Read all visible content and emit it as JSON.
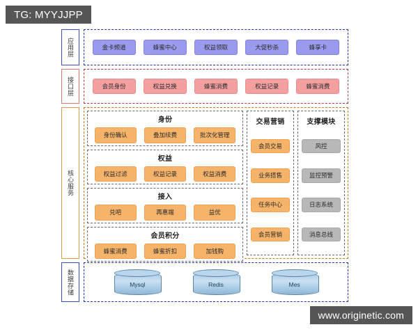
{
  "watermarks": {
    "top": "TG: MYYJJPP",
    "bottom": "www.originetic.com"
  },
  "colors": {
    "app_chip": "#9a9bef",
    "api_chip": "#f4a0a0",
    "core_chip": "#f6b46a",
    "support_chip": "#b8b8b8",
    "storage_cyl": "#a8cbe6"
  },
  "layers": {
    "app": {
      "label": "应用层",
      "items": [
        "金卡频道",
        "蜂蜜中心",
        "权益领取",
        "大促秒杀",
        "蜂享卡"
      ]
    },
    "api": {
      "label": "接口层",
      "items": [
        "会员身份",
        "权益兑换",
        "蜂蜜消费",
        "权益记录",
        "蜂蜜消费"
      ]
    },
    "core": {
      "label": "核心服务",
      "groups": [
        {
          "title": "身份",
          "items": [
            "身份确认",
            "叠加续费",
            "批次化管理"
          ]
        },
        {
          "title": "权益",
          "items": [
            "权益过滤",
            "权益记录",
            "权益消费"
          ]
        },
        {
          "title": "接入",
          "items": [
            "兑吧",
            "再惠端",
            "益优"
          ]
        },
        {
          "title": "会员积分",
          "items": [
            "蜂蜜消费",
            "蜂蜜折扣",
            "加钱购"
          ]
        }
      ],
      "columns": [
        {
          "title": "交易营销",
          "items": [
            "会员交易",
            "业务搭售",
            "任务中心",
            "会员营销"
          ]
        },
        {
          "title": "支撑模块",
          "items": [
            "风控",
            "监控预警",
            "日志系统",
            "消息总线"
          ]
        }
      ]
    },
    "storage": {
      "label": "数据存储",
      "items": [
        "Mysql",
        "Redis",
        "Mes"
      ]
    }
  }
}
